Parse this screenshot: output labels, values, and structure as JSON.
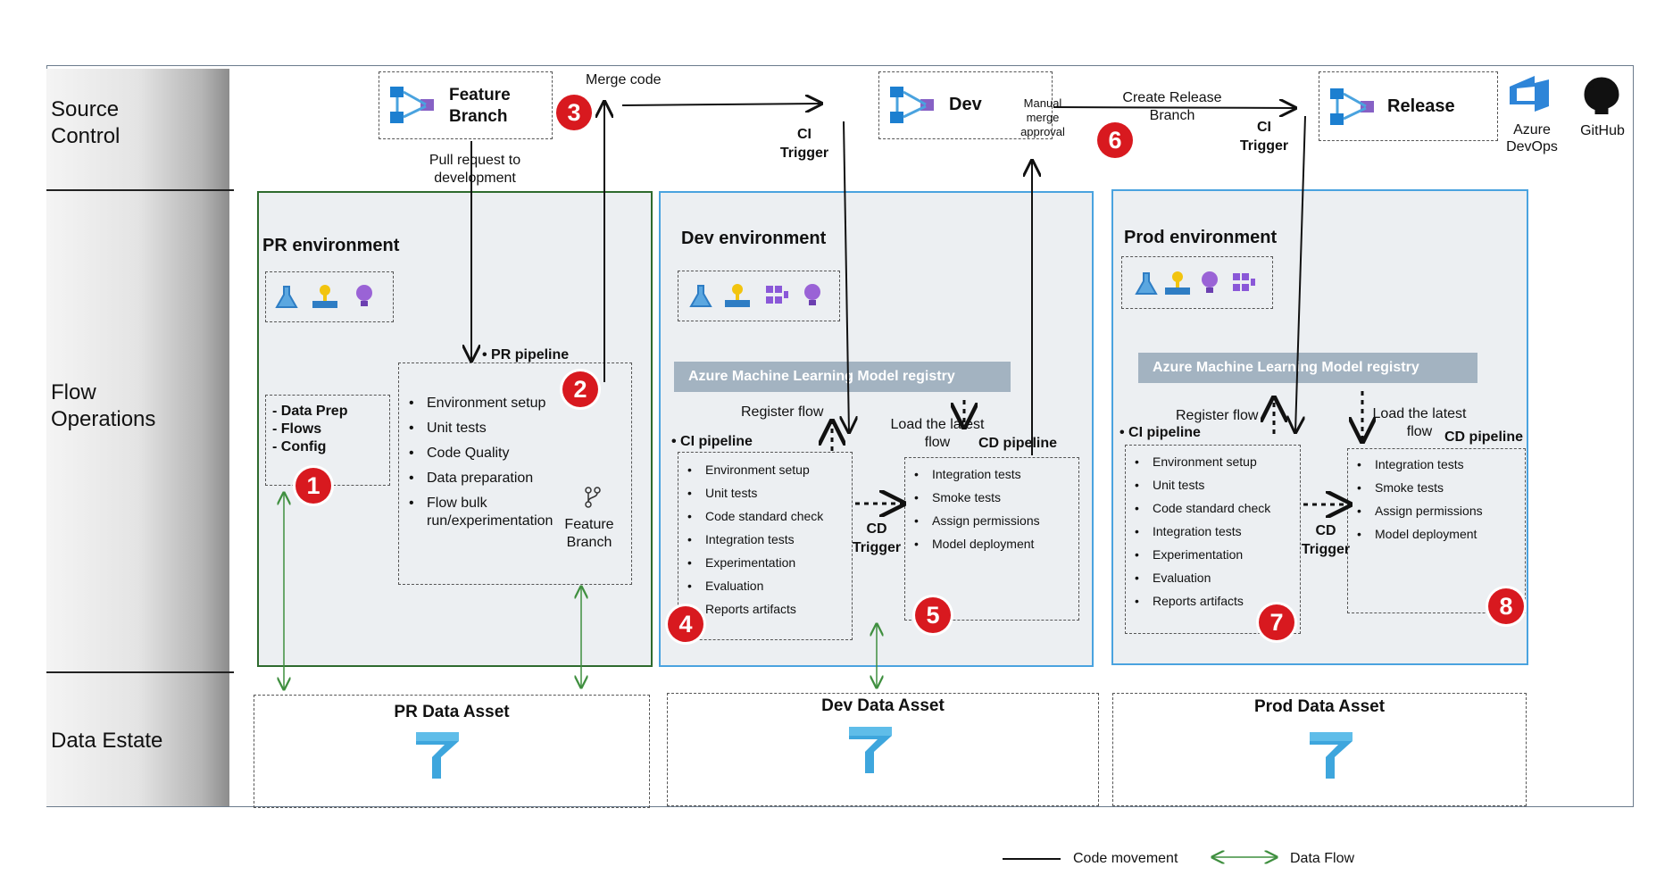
{
  "sidebar": {
    "source_control": "Source Control",
    "flow_operations": "Flow Operations",
    "data_estate": "Data Estate"
  },
  "source": {
    "feature_branch": "Feature Branch",
    "dev": "Dev",
    "release": "Release",
    "azure_devops": "Azure DevOps",
    "github": "GitHub"
  },
  "annotations": {
    "merge_code": "Merge code",
    "pull_request": "Pull request to development",
    "ci_trigger": "CI Trigger",
    "cd_trigger": "CD Trigger",
    "manual_merge": "Manual merge approval",
    "create_release": "Create Release Branch",
    "register_flow": "Register flow",
    "load_latest": "Load the latest flow"
  },
  "pr_env": {
    "title": "PR environment",
    "assets": [
      "- Data Prep",
      "- Flows",
      "- Config"
    ],
    "pipeline_title": "PR pipeline",
    "steps": [
      "Environment setup",
      "Unit tests",
      "Code Quality",
      "Data preparation",
      "Flow bulk run/experimentation"
    ],
    "feature_branch": "Feature Branch"
  },
  "dev_env": {
    "title": "Dev environment",
    "registry": "Azure Machine Learning Model registry",
    "ci_title": "CI pipeline",
    "ci_steps": [
      "Environment setup",
      "Unit tests",
      "Code standard check",
      "Integration tests",
      "Experimentation",
      "Evaluation",
      "Reports artifacts"
    ],
    "cd_title": "CD pipeline",
    "cd_steps": [
      "Integration tests",
      "Smoke tests",
      "Assign permissions",
      "Model deployment"
    ]
  },
  "prod_env": {
    "title": "Prod environment",
    "registry": "Azure Machine Learning Model registry",
    "ci_title": "CI pipeline",
    "ci_steps": [
      "Environment setup",
      "Unit tests",
      "Code standard check",
      "Integration tests",
      "Experimentation",
      "Evaluation",
      "Reports artifacts"
    ],
    "cd_title": "CD pipeline",
    "cd_steps": [
      "Integration tests",
      "Smoke tests",
      "Assign permissions",
      "Model deployment"
    ]
  },
  "data_assets": {
    "pr": "PR Data Asset",
    "dev": "Dev Data Asset",
    "prod": "Prod Data Asset"
  },
  "badges": [
    "1",
    "2",
    "3",
    "4",
    "5",
    "6",
    "7",
    "8"
  ],
  "legend": {
    "code_movement": "Code movement",
    "data_flow": "Data Flow"
  },
  "colors": {
    "badge": "#d8191f",
    "pr_border": "#2e6b2e",
    "env_border": "#4aa3df",
    "registry": "#a3b3c1",
    "data_flow": "#3f8f3f"
  }
}
